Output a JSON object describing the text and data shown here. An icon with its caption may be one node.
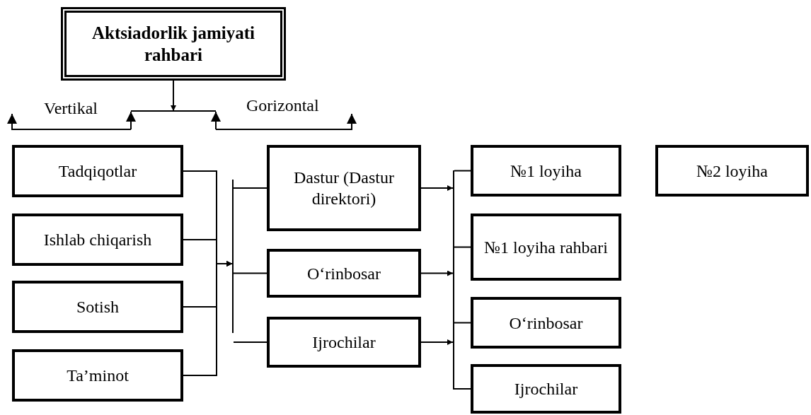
{
  "diagram": {
    "nodes": [
      {
        "text": [
          "Aktsiadorlik jamiyati rahbari"
        ]
      },
      {
        "text": [
          "Tadqiqotlar"
        ]
      },
      {
        "text": [
          "Ishlab chiqarish"
        ]
      },
      {
        "text": [
          "Sotish"
        ]
      },
      {
        "text": [
          "Ta’minot"
        ]
      },
      {
        "text": [
          "Dastur (Dastur direktori)"
        ]
      },
      {
        "text": [
          "O‘rinbosar"
        ]
      },
      {
        "text": [
          "Ijrochilar"
        ]
      },
      {
        "text": [
          "№1 loyiha"
        ]
      },
      {
        "text": [
          "№1 loyiha rahbari"
        ]
      },
      {
        "text": [
          "O‘rinbosar"
        ]
      },
      {
        "text": [
          "Ijrochilar"
        ]
      },
      {
        "text": [
          "№2 loyiha"
        ]
      },
      {
        "text": [],
        "shape": "bar"
      },
      {
        "text": [],
        "shape": "bar"
      }
    ],
    "edges": [
      {
        "from": 0,
        "to": null,
        "arrow": "to"
      },
      {
        "from": 1,
        "to": 13,
        "arrow": "to"
      },
      {
        "from": 2,
        "to": 13,
        "arrow": "to"
      },
      {
        "from": 3,
        "to": 13,
        "arrow": "to"
      },
      {
        "from": 4,
        "to": 13,
        "arrow": "to"
      },
      {
        "from": 13,
        "to": 5,
        "arrow": "none"
      },
      {
        "from": 13,
        "to": 6,
        "arrow": "none"
      },
      {
        "from": 13,
        "to": 7,
        "arrow": "none"
      },
      {
        "from": 5,
        "to": 14,
        "arrow": "to"
      },
      {
        "from": 6,
        "to": 14,
        "arrow": "to"
      },
      {
        "from": 7,
        "to": 14,
        "arrow": "to"
      },
      {
        "from": 14,
        "to": 8,
        "arrow": "none"
      },
      {
        "from": 14,
        "to": 9,
        "arrow": "none"
      },
      {
        "from": 14,
        "to": 10,
        "arrow": "none"
      },
      {
        "from": 14,
        "to": 11,
        "arrow": "none"
      }
    ],
    "labels": [
      "Vertikal",
      "Gorizontal"
    ]
  }
}
